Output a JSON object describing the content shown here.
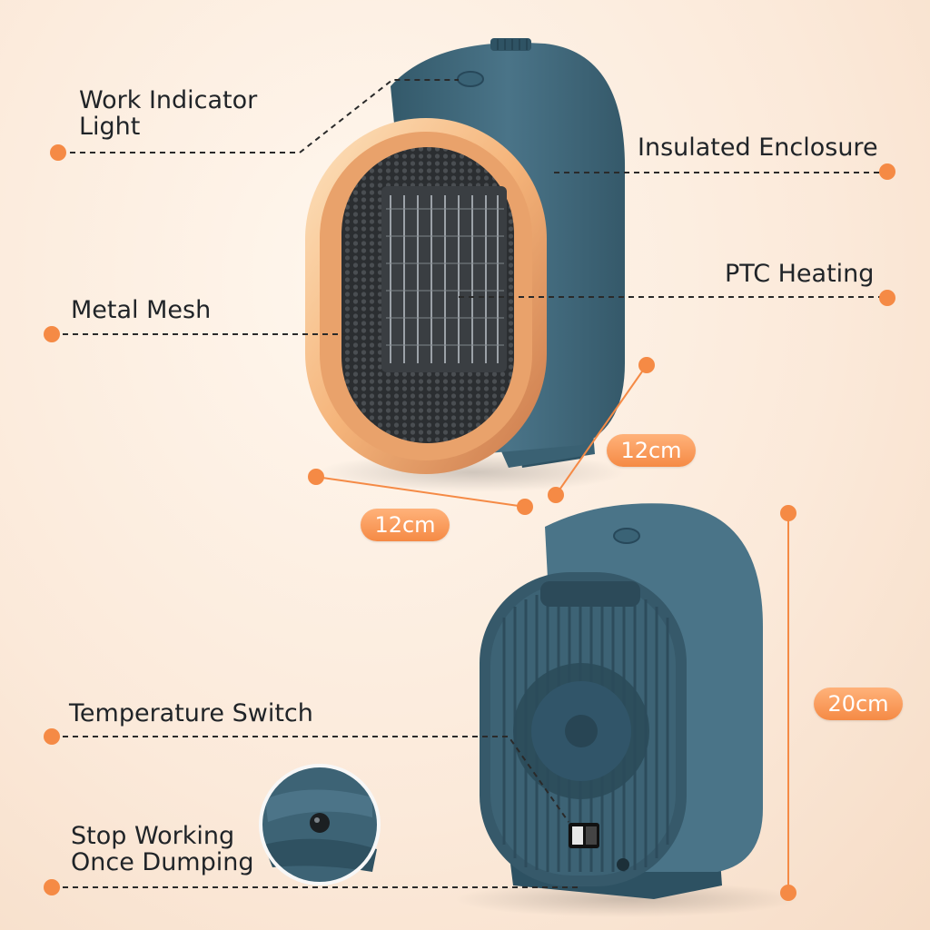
{
  "callouts": {
    "work_indicator_line1": "Work Indicator",
    "work_indicator_line2": "Light",
    "insulated_enclosure": "Insulated Enclosure",
    "metal_mesh": "Metal Mesh",
    "ptc_heating": "PTC Heating",
    "temperature_switch": "Temperature Switch",
    "stop_working_line1": "Stop Working",
    "stop_working_line2": "Once Dumping"
  },
  "dimensions": {
    "depth": "12cm",
    "width": "12cm",
    "height": "20cm"
  },
  "colors": {
    "accent": "#f58a45",
    "body": "#3f6778",
    "glow": "#f8c48d"
  }
}
